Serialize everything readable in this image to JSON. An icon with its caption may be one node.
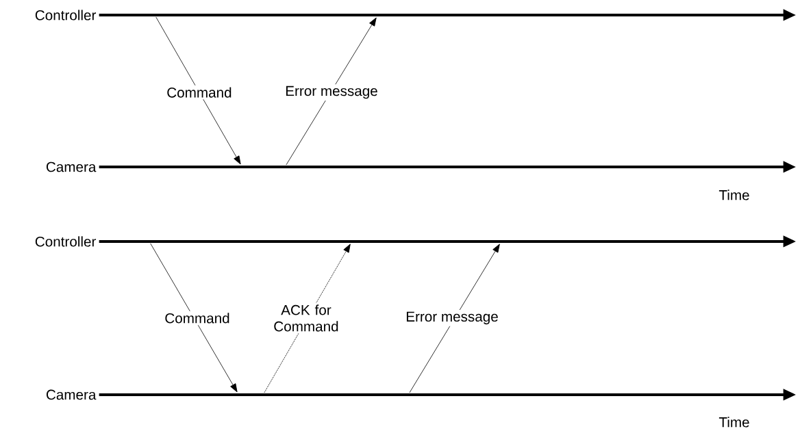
{
  "diagram": {
    "nodes": [
      {
        "text": [
          "Controller"
        ]
      },
      {
        "text": [
          "Camera"
        ]
      },
      {
        "text": [
          "Controller"
        ]
      },
      {
        "text": [
          "Camera"
        ]
      }
    ],
    "edges": [
      {
        "from": 0,
        "to": 1,
        "arrow": "to",
        "label": "Command"
      },
      {
        "from": 1,
        "to": 0,
        "arrow": "to",
        "label": "Error message"
      },
      {
        "from": 2,
        "to": 3,
        "arrow": "to",
        "label": "Command"
      },
      {
        "from": 3,
        "to": 2,
        "arrow": "to",
        "label": "ACK for Command",
        "style": "dashed"
      },
      {
        "from": 3,
        "to": 2,
        "arrow": "to",
        "label": "Error message"
      }
    ],
    "labels": [
      "Time",
      "Time"
    ]
  }
}
